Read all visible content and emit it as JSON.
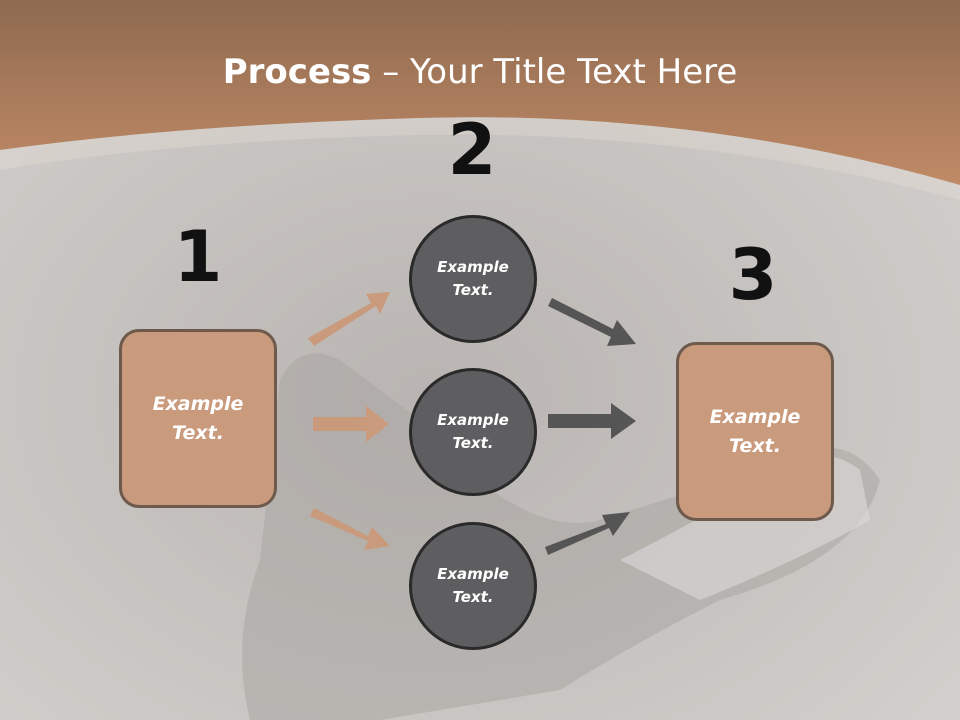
{
  "slide": {
    "title_bold": "Process",
    "title_rest": " – Your Title Text Here"
  },
  "steps": [
    {
      "number": "1",
      "text": "Example Text."
    },
    {
      "number": "2"
    },
    {
      "number": "3",
      "text": "Example Text."
    }
  ],
  "nodes": [
    {
      "text": "Example Text."
    },
    {
      "text": "Example Text."
    },
    {
      "text": "Example Text."
    }
  ],
  "colors": {
    "header_brown": "#b07a57",
    "box_fill": "#c99a7c",
    "box_border": "#6e5a4d",
    "circle_fill": "#5e5e60",
    "left_arrow": "#c99a7c",
    "right_arrow": "#555555"
  }
}
